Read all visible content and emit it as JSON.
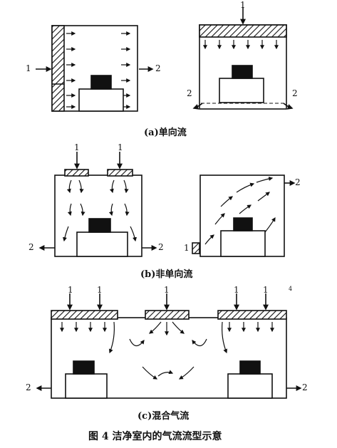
{
  "labels": {
    "one": "1",
    "two": "2",
    "stray_mark": "4"
  },
  "captions": {
    "a": "(a)单向流",
    "b": "(b)非单向流",
    "c": "(c)混合气流"
  },
  "figure_caption": "图 4    洁净室内的气流流型示意"
}
